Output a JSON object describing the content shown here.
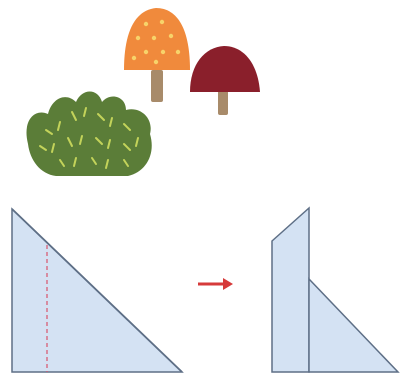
{
  "scene": {
    "background": "#ffffff",
    "decorations": [
      {
        "name": "orange-mushroom",
        "icon": "mushroom-icon",
        "cap_color": "#f08a3c",
        "dot_color": "#f7d36a",
        "stem_color": "#a88b6a"
      },
      {
        "name": "red-mushroom",
        "icon": "mushroom-icon",
        "cap_color": "#8a1f2b",
        "stem_color": "#a88b6a"
      },
      {
        "name": "green-bush",
        "icon": "bush-icon",
        "fill_color": "#5b7d38",
        "mark_color": "#c3d35a"
      }
    ]
  },
  "diagram": {
    "paper_fill": "#d4e2f3",
    "paper_edge": "#5e6f86",
    "fold_line_color": "#d9536b",
    "fold_line_style": "dashed",
    "arrow_color": "#d63a3a",
    "before": {
      "shape": "right-triangle",
      "fold": "vertical-dashed"
    },
    "after": {
      "shape": "folded-right-triangle"
    }
  }
}
